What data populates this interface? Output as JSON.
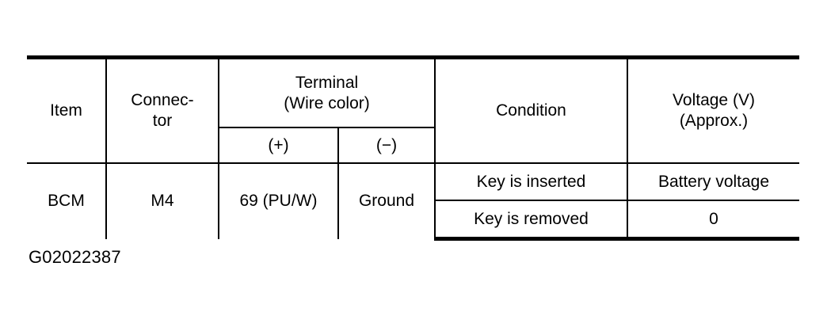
{
  "table": {
    "headers": {
      "item": "Item",
      "connector": "Connec-\ntor",
      "connector_line1": "Connec-",
      "connector_line2": "tor",
      "terminal_line1": "Terminal",
      "terminal_line2": "(Wire color)",
      "terminal_positive": "(+)",
      "terminal_negative": "(−)",
      "condition": "Condition",
      "voltage_line1": "Voltage (V)",
      "voltage_line2": "(Approx.)"
    },
    "rows": [
      {
        "item": "BCM",
        "connector": "M4",
        "terminal_positive": "69 (PU/W)",
        "terminal_negative": "Ground",
        "conditions": [
          {
            "condition": "Key is inserted",
            "voltage": "Battery voltage"
          },
          {
            "condition": "Key is removed",
            "voltage": "0"
          }
        ]
      }
    ]
  },
  "caption": "G02022387",
  "colors": {
    "text": "#000000",
    "background": "#ffffff",
    "rule": "#000000"
  }
}
